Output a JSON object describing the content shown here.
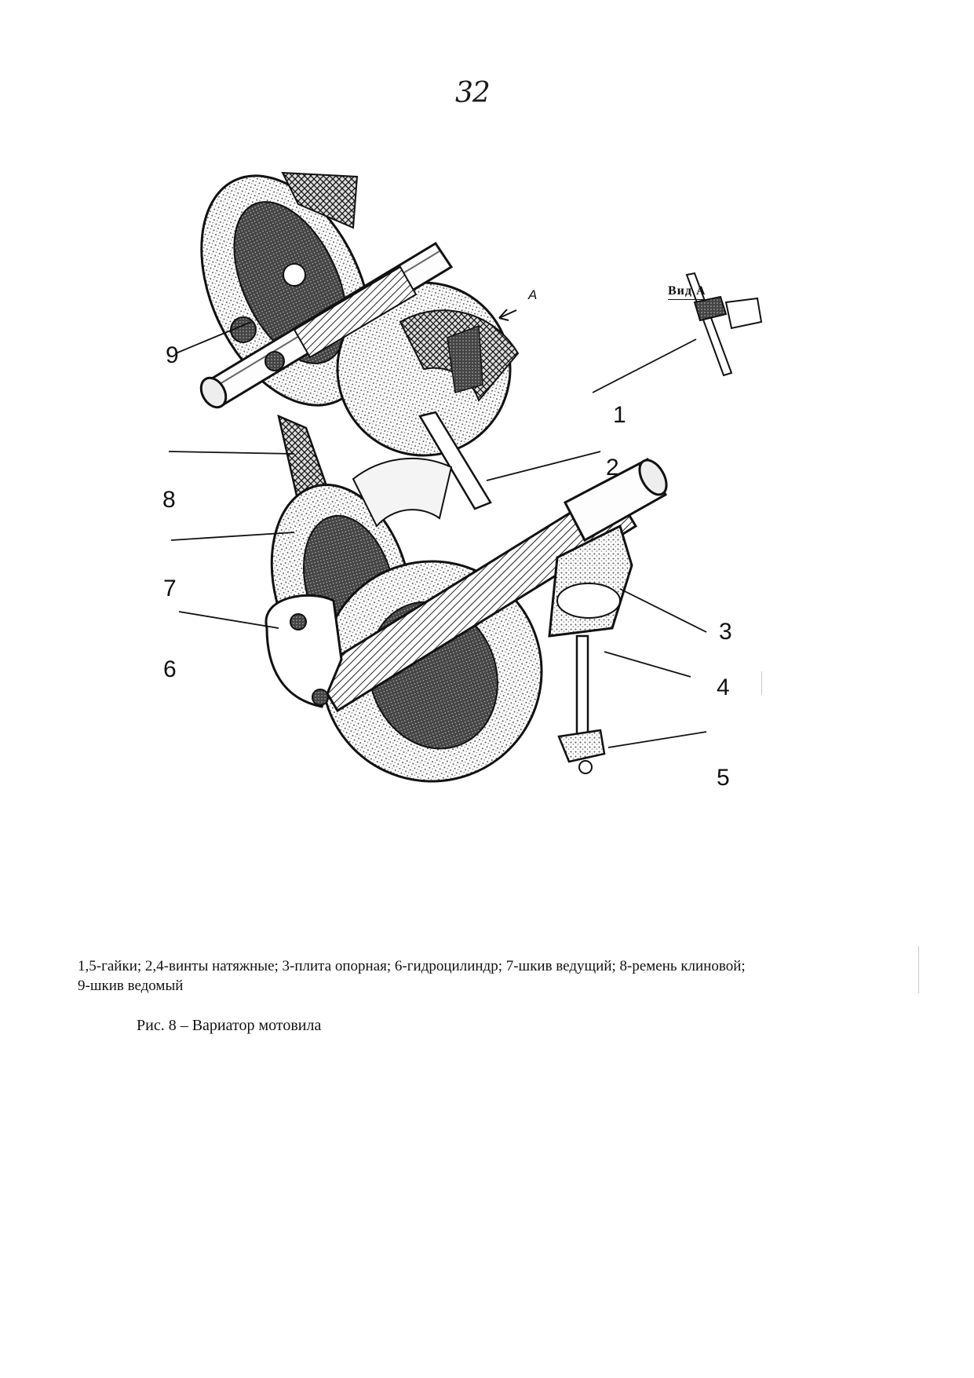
{
  "page_number": "32",
  "figure": {
    "view_label": "Вид А",
    "arrow_label": "А",
    "callouts": [
      "1",
      "2",
      "3",
      "4",
      "5",
      "6",
      "7",
      "8",
      "9"
    ]
  },
  "legend": {
    "line1": "1,5-гайки; 2,4-винты натяжные; 3-плита опорная; 6-гидроцилиндр; 7-шкив ведущий; 8-ремень клиновой;",
    "line2": "9-шкив ведомый"
  },
  "caption": "Рис. 8 – Вариатор мотовила"
}
